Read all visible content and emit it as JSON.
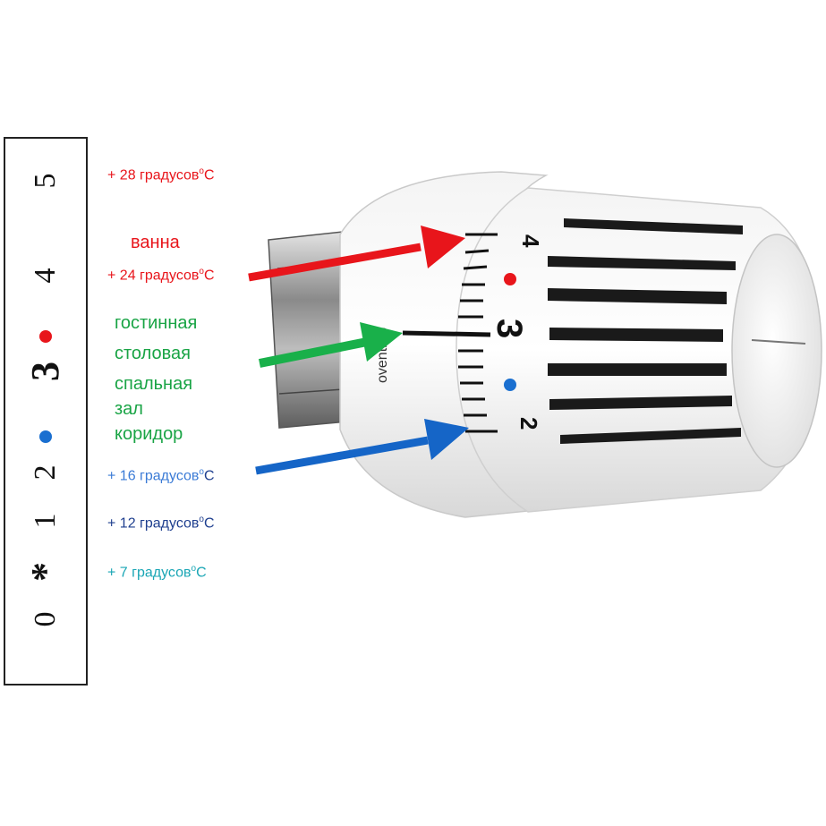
{
  "scale": {
    "marks": [
      "5",
      "4",
      "3",
      "2",
      "1",
      "*",
      "0"
    ],
    "dot_colors": {
      "red": "#e8151b",
      "blue": "#1a6fd0"
    }
  },
  "temperatures": [
    {
      "prefix": "+ 28 градусов",
      "deg": "о",
      "unit": "С",
      "color": "#e8151b"
    },
    {
      "prefix": "+ 24 градусов",
      "deg": "о",
      "unit": "С",
      "color": "#e8151b"
    },
    {
      "prefix": "+ 16 градусов",
      "deg": "о",
      "unit": "С",
      "color": "#3b7bd6"
    },
    {
      "prefix": "+ 12 градусов",
      "deg": "о",
      "unit": "С",
      "color": "#1f3f8f"
    },
    {
      "prefix": "+ 7 градусов",
      "deg": "о",
      "unit": "С",
      "color": "#1aa6b5"
    }
  ],
  "rooms": {
    "bath": {
      "label": "ванна",
      "color": "#e8151b"
    },
    "living": {
      "color": "#19a445",
      "items": [
        "гостинная",
        "столовая",
        "спальная",
        "зал",
        "коридор"
      ]
    }
  },
  "valve": {
    "brand": "oventrop",
    "dial_numbers": [
      "4",
      "3",
      "2"
    ]
  },
  "arrows": {
    "red": "#e8151b",
    "green": "#19b04a",
    "blue": "#1565c7"
  }
}
